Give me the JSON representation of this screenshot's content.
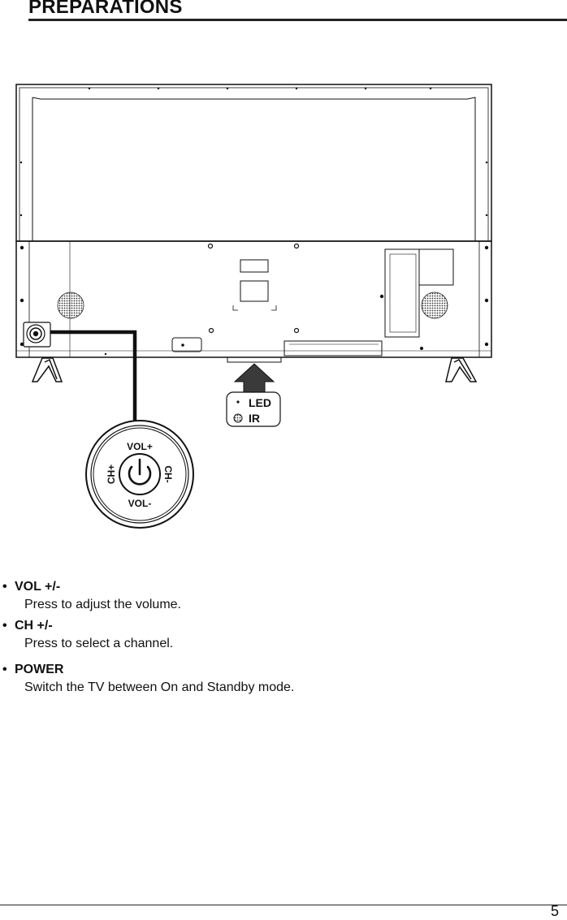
{
  "header": {
    "title": "PREPARATIONS"
  },
  "diagram": {
    "indicator": {
      "led_label": "LED",
      "ir_label": "IR"
    },
    "control_knob": {
      "top_label": "VOL+",
      "bottom_label": "VOL-",
      "left_label": "CH+",
      "right_label": "CH-",
      "center_icon": "power-icon"
    }
  },
  "items": [
    {
      "bullet": "•",
      "title": "VOL +/-",
      "description": "Press to adjust the volume."
    },
    {
      "bullet": "•",
      "title": "CH +/-",
      "description": "Press to select a channel."
    },
    {
      "bullet": "•",
      "title": "POWER",
      "description": "Switch the TV between On and Standby mode."
    }
  ],
  "footer": {
    "page_number": "5"
  }
}
